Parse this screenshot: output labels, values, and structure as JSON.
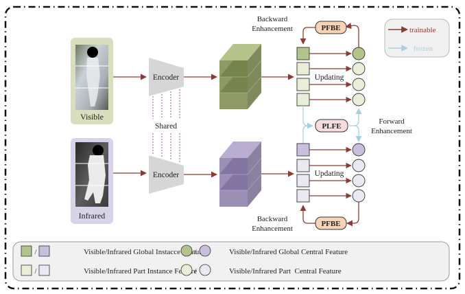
{
  "inputs": {
    "visible": {
      "label": "Visible",
      "panel_color": "#d7dfbf"
    },
    "infrared": {
      "label": "Infrared",
      "panel_color": "#d8d3e6"
    }
  },
  "encoder": {
    "label": "Encoder",
    "shared_label": "Shared",
    "color": "#d6d6d6"
  },
  "modules": {
    "pfbe_top": "PFBE",
    "pfbe_bottom": "PFBE",
    "plfe": "PLFE",
    "pfbe_color": "#f8d3b6",
    "plfe_color": "#f8dde0"
  },
  "annotations": {
    "backward_top": [
      "Backward",
      "Enhancement"
    ],
    "backward_bottom": [
      "Backward",
      "Enhancement"
    ],
    "forward": [
      "Forward",
      "Enhancement"
    ],
    "updating_top": "Updating",
    "updating_bottom": "Updating"
  },
  "arrow_legend": {
    "trainable": {
      "label": "trainable",
      "color": "#8e3a34"
    },
    "frozen": {
      "label": "frozen",
      "color": "#a7cfe0"
    }
  },
  "colors": {
    "visible_global": "#b2c38c",
    "visible_part": "#e9eed8",
    "infrared_global": "#c9bfdc",
    "infrared_part": "#ebe8f2",
    "visible_cube_front": "#8d9a68",
    "visible_cube_top": "#b4c48a",
    "visible_cube_side": "#7e8a5c",
    "visible_cube_slice": "#6f7d45",
    "infrared_cube_front": "#9b90b4",
    "infrared_cube_top": "#b9aed2",
    "infrared_cube_side": "#8a809f",
    "infrared_cube_slice": "#7c6e9e"
  },
  "legend": {
    "rows": [
      {
        "left_label": "Visible/Infrared Global Instacce Feature",
        "right_label": "Visible/Infrared Global Central Feature"
      },
      {
        "left_label": "Visible/Infrared Part Instance Feature",
        "right_label": "Visible/Infrared Part  Central Feature"
      }
    ],
    "separator": "/"
  }
}
